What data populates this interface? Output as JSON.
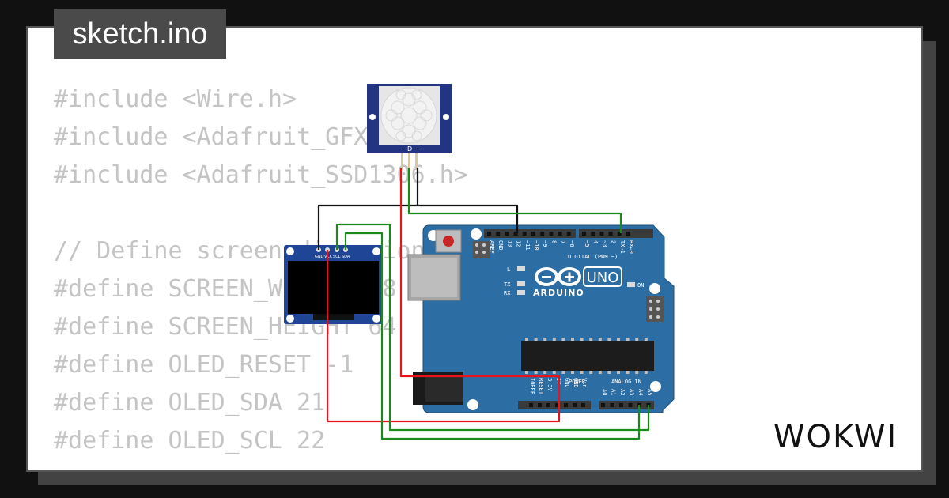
{
  "tab": {
    "filename": "sketch.ino"
  },
  "code_lines": [
    "#include <Wire.h>",
    "#include <Adafruit_GFX.h>",
    "#include <Adafruit_SSD1306.h>",
    "",
    "// Define screen dimensions and reset pin",
    "#define SCREEN_WIDTH 128",
    "#define SCREEN_HEIGHT 64",
    "#define OLED_RESET -1",
    "#define OLED_SDA 21",
    "#define OLED_SCL 22"
  ],
  "brand": {
    "name": "WOKWI"
  },
  "components": {
    "pir": {
      "pins": [
        "+",
        "D",
        "−"
      ]
    },
    "oled": {
      "pins": [
        "GND",
        "VCC",
        "SCL",
        "SDA"
      ]
    },
    "arduino": {
      "brand": "ARDUINO",
      "model": "UNO",
      "on_label": "ON",
      "l_label": "L",
      "tx_label": "TX",
      "rx_label": "RX",
      "digital_label": "DIGITAL (PWM ~)",
      "power_label": "POWER",
      "analog_label": "ANALOG IN",
      "digital_pins": [
        "AREF",
        "GND",
        "13",
        "12",
        "~11",
        "~10",
        "~9",
        "8",
        "7",
        "~6",
        "~5",
        "4",
        "~3",
        "2",
        "TX→1",
        "RX←0"
      ],
      "power_pins": [
        "IOREF",
        "RESET",
        "3.3V",
        "5V",
        "GND",
        "GND",
        "Vin"
      ],
      "analog_pins": [
        "A0",
        "A1",
        "A2",
        "A3",
        "A4",
        "A5"
      ]
    }
  },
  "colors": {
    "wire_black": "#111111",
    "wire_red": "#e8141b",
    "wire_green": "#1a8a1a",
    "board": "#2c6da3",
    "pir_board": "#233482",
    "oled_board": "#1e4596"
  }
}
